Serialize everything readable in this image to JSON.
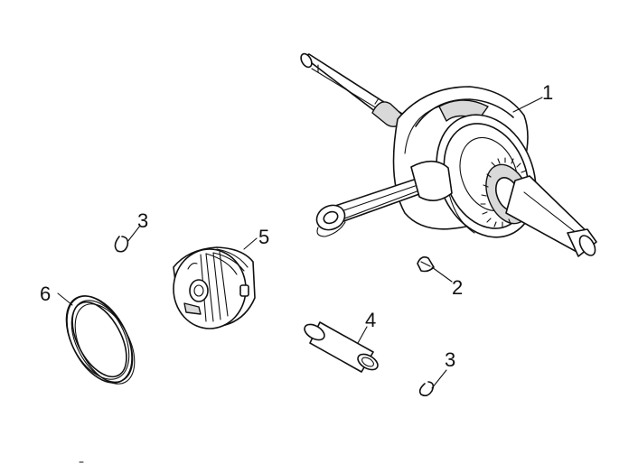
{
  "diagram": {
    "callouts": [
      {
        "id": "crankshaft",
        "label": "1"
      },
      {
        "id": "key",
        "label": "2"
      },
      {
        "id": "clip-upper",
        "label": "3"
      },
      {
        "id": "clip-lower",
        "label": "3"
      },
      {
        "id": "piston-pin",
        "label": "4"
      },
      {
        "id": "piston",
        "label": "5"
      },
      {
        "id": "piston-ring-set",
        "label": "6"
      }
    ],
    "colors": {
      "line": "#111111",
      "background": "#ffffff",
      "shade": "#d9d9d9"
    }
  }
}
